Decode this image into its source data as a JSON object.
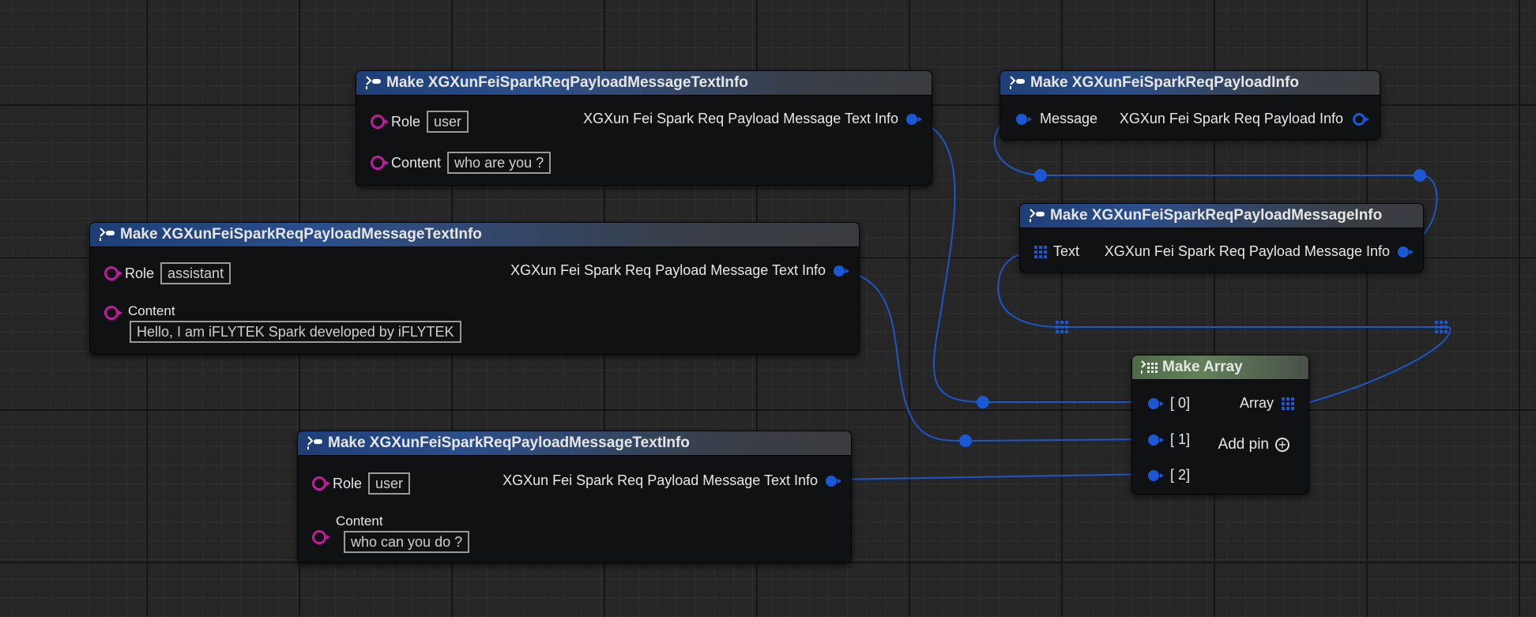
{
  "colors": {
    "struct_pin": "#c21b9d",
    "blue_pin": "#1a58d6",
    "wire": "#1e56c8"
  },
  "nodes": {
    "textinfo1": {
      "title": "Make XGXunFeiSparkReqPayloadMessageTextInfo",
      "role_label": "Role",
      "role_value": "user",
      "content_label": "Content",
      "content_value": "who are you ?",
      "output_label": "XGXun Fei Spark Req Payload Message Text Info"
    },
    "textinfo2": {
      "title": "Make XGXunFeiSparkReqPayloadMessageTextInfo",
      "role_label": "Role",
      "role_value": "assistant",
      "content_label": "Content",
      "content_value": "Hello, I am iFLYTEK Spark developed by iFLYTEK",
      "output_label": "XGXun Fei Spark Req Payload Message Text Info"
    },
    "textinfo3": {
      "title": "Make XGXunFeiSparkReqPayloadMessageTextInfo",
      "role_label": "Role",
      "role_value": "user",
      "content_label": "Content",
      "content_value": "who can you do ?",
      "output_label": "XGXun Fei Spark Req Payload Message Text Info"
    },
    "payloadinfo": {
      "title": "Make XGXunFeiSparkReqPayloadInfo",
      "input_label": "Message",
      "output_label": "XGXun Fei Spark Req Payload Info"
    },
    "messageinfo": {
      "title": "Make XGXunFeiSparkReqPayloadMessageInfo",
      "input_label": "Text",
      "output_label": "XGXun Fei Spark Req Payload Message Info"
    },
    "makearray": {
      "title": "Make Array",
      "inputs": [
        "[ 0]",
        "[ 1]",
        "[ 2]"
      ],
      "output_label": "Array",
      "add_pin_label": "Add pin"
    }
  }
}
